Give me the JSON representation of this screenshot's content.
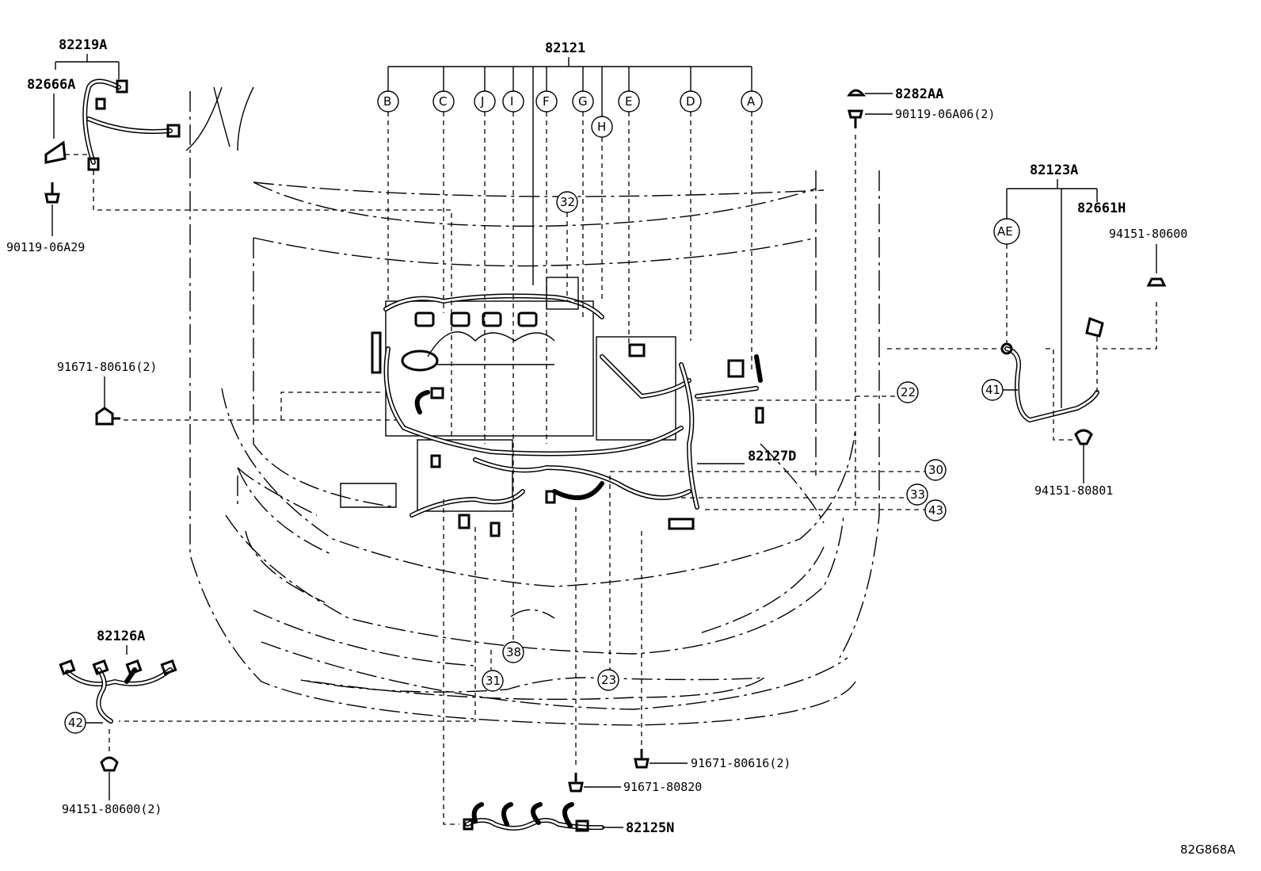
{
  "title": "82121",
  "drawing_code": "82G868A",
  "letter_callouts": [
    "B",
    "C",
    "J",
    "I",
    "F",
    "G",
    "H",
    "E",
    "D",
    "A"
  ],
  "ae_callout": "AE",
  "number_callouts": {
    "c32": "32",
    "c22": "22",
    "c30": "30",
    "c33": "33",
    "c43": "43",
    "c38": "38",
    "c31": "31",
    "c23": "23",
    "c41": "41",
    "c42": "42"
  },
  "parts": {
    "p82219A": "82219A",
    "p82666A": "82666A",
    "p90119_06A29": "90119-06A29",
    "p8282AA": "8282AA",
    "p90119_06A06": "90119-06A06(2)",
    "p82123A": "82123A",
    "p82661H": "82661H",
    "p94151_80600": "94151-80600",
    "p94151_80801": "94151-80801",
    "p91671_80616_left": "91671-80616(2)",
    "p82127D": "82127D",
    "p82126A": "82126A",
    "p94151_80600_2": "94151-80600(2)",
    "p91671_80616_bottom": "91671-80616(2)",
    "p91671_80820": "91671-80820",
    "p82125N": "82125N"
  },
  "icons": [
    "bolt-icon",
    "clip-icon",
    "nut-icon",
    "connector-icon",
    "grommet-icon"
  ]
}
